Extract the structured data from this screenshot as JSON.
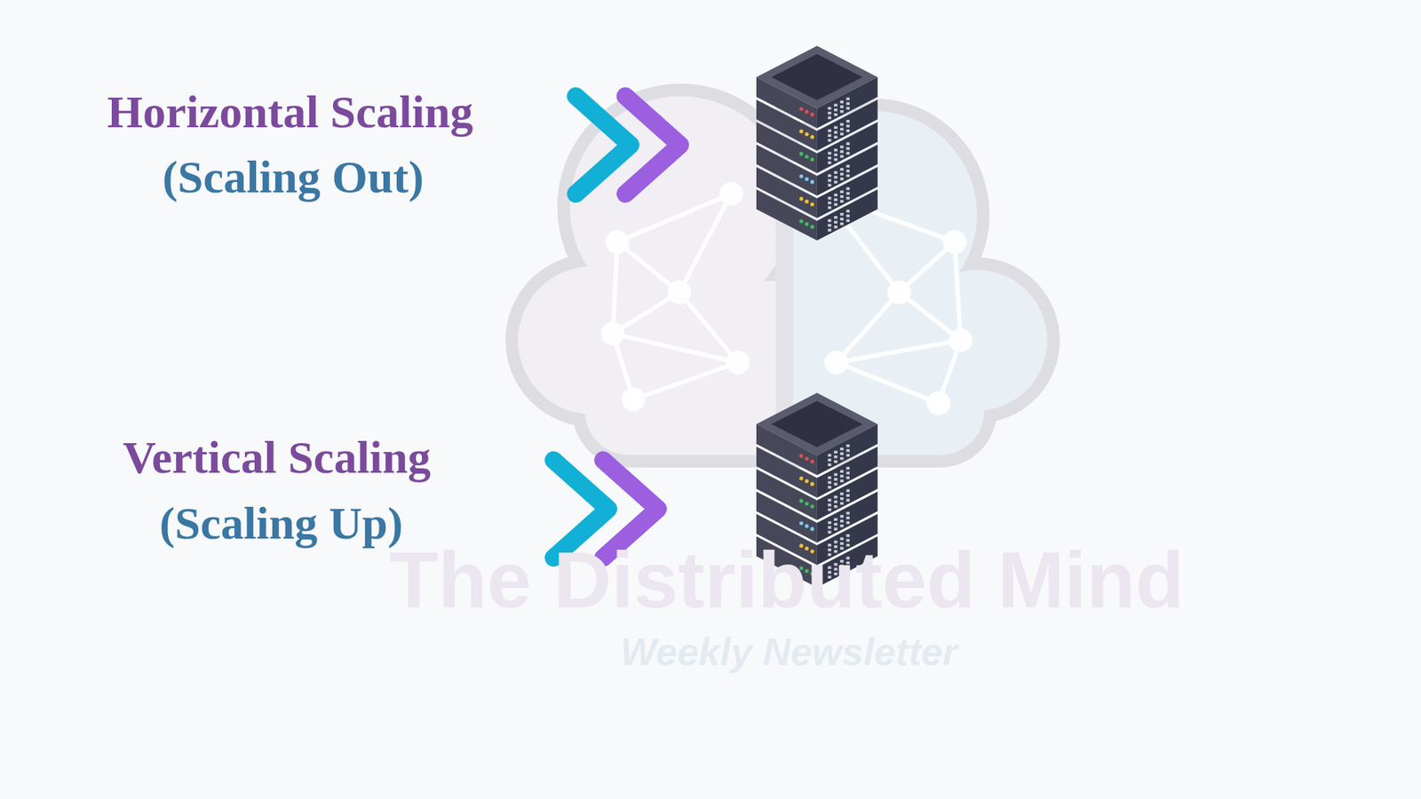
{
  "diagram": {
    "labels": [
      "Horizontal Scaling",
      "(Scaling Out)",
      "Vertical Scaling",
      "(Scaling Up)",
      "The Distributed Mind",
      "Weekly Newsletter"
    ]
  }
}
